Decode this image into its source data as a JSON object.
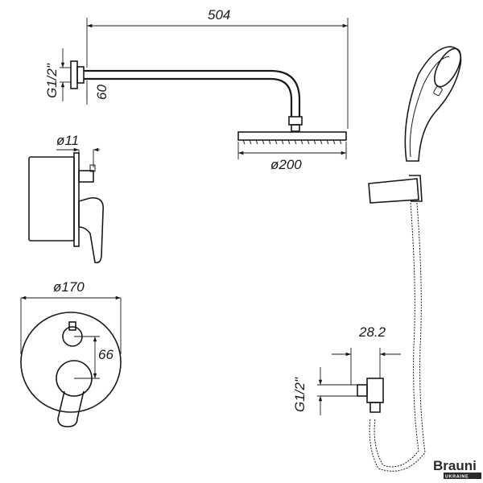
{
  "dimensions": {
    "arm_length": "504",
    "thread_top": "G1/2\"",
    "wall_offset": "60",
    "head_diameter": "ø200",
    "mixer_diameter_small": "ø11",
    "plate_diameter": "ø170",
    "center_distance": "66",
    "outlet_depth": "28.2",
    "thread_outlet": "G1/2\""
  },
  "brand": {
    "name": "Brauni",
    "sub": "UKRAINE"
  }
}
